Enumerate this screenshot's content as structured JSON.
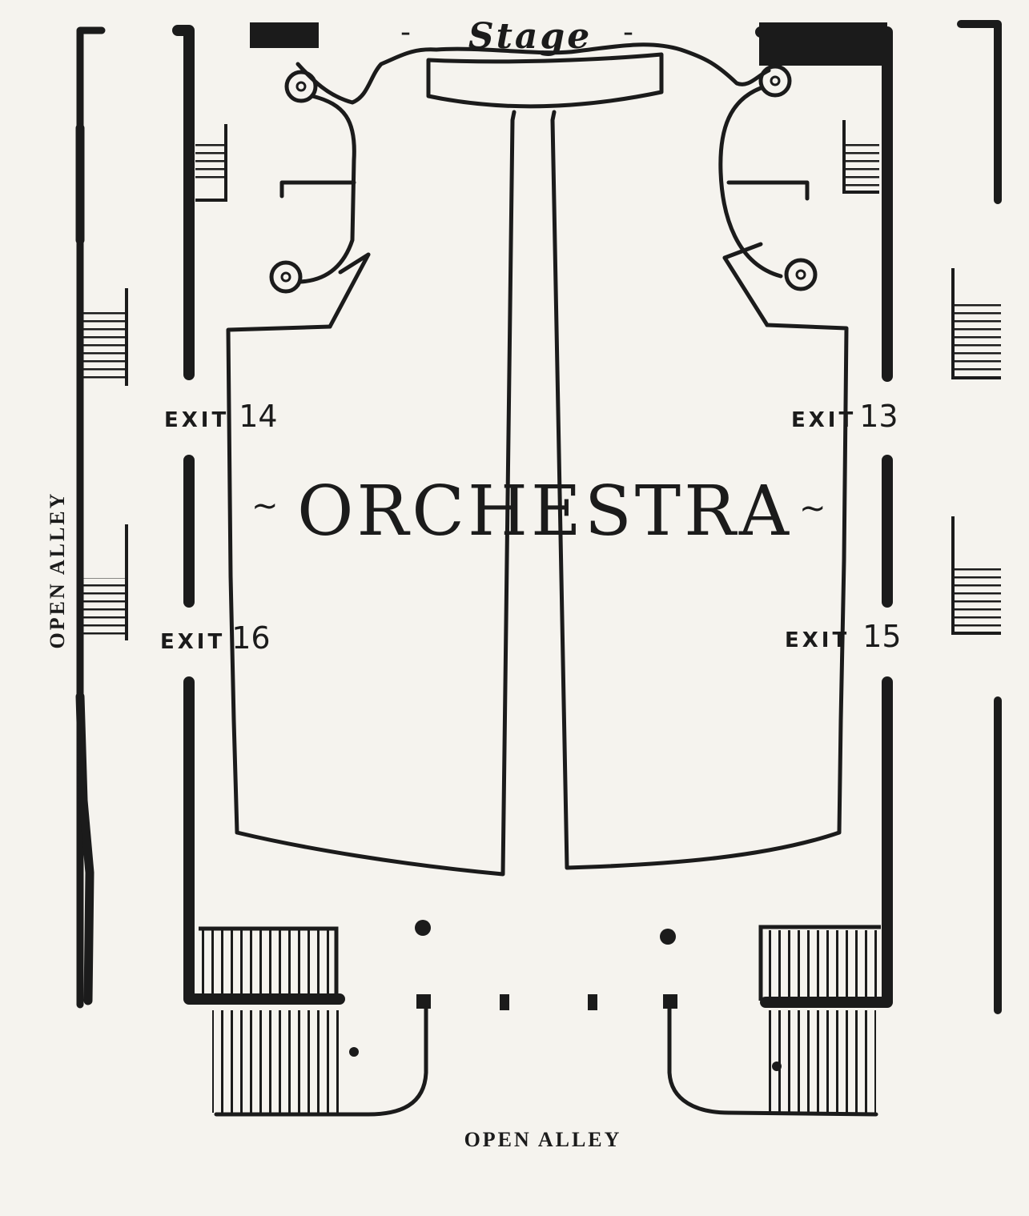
{
  "stage": "Stage",
  "orchestra": "ORCHESTRA",
  "exits": [
    {
      "word": "EXIT",
      "number": "14"
    },
    {
      "word": "EXIT",
      "number": "13"
    },
    {
      "word": "EXIT",
      "number": "16"
    },
    {
      "word": "EXIT",
      "number": "15"
    }
  ],
  "alley_bottom": "OPEN ALLEY",
  "alley_left": "OPEN ALLEY",
  "colors": {
    "ink": "#1b1b1b",
    "paper": "#f5f3ee"
  }
}
